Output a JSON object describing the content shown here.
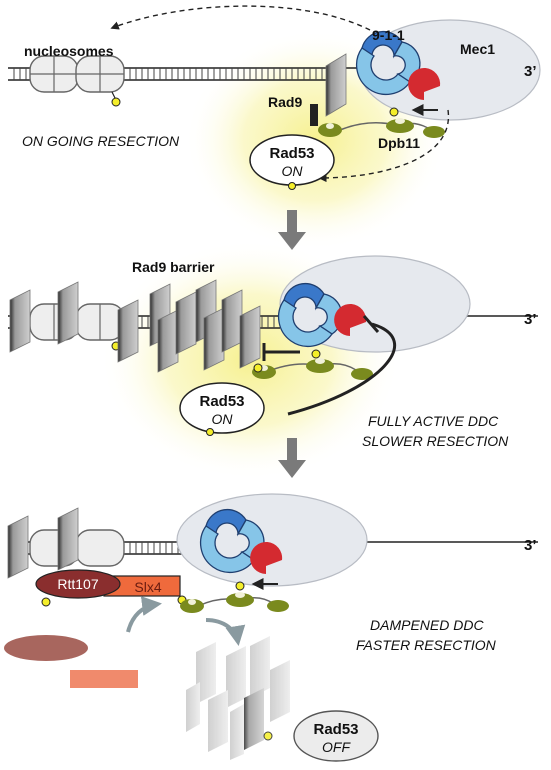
{
  "labels": {
    "nucleosomes": "nucleosomes",
    "complex_911": "9-1-1",
    "mec1_top": "Mec1",
    "three_prime": "3’",
    "rad9": "Rad9",
    "dpb11": "Dpb11",
    "ongoing_resection": "ON GOING RESECTION",
    "rad53": "Rad53",
    "on": "ON",
    "off": "OFF",
    "rad9_barrier": "Rad9 barrier",
    "fully_active_line1": "FULLY ACTIVE DDC",
    "fully_active_line2": "SLOWER RESECTION",
    "rtt107": "Rtt107",
    "slx4": "Slx4",
    "dampened_line1": "DAMPENED DDC",
    "dampened_line2": "FASTER RESECTION"
  },
  "colors": {
    "glow": "#f6f08a",
    "mec1_fill": "#e6e9ee",
    "ring_dark": "#3a78c9",
    "ring_light": "#86c5e8",
    "pac_red": "#d42a30",
    "dpb11_green": "#7a8a1e",
    "phospho_yellow": "#f4ee2a",
    "rtt107_maroon": "#8a2e2e",
    "slx4_orange": "#ef6a3c",
    "free_rtt107": "#a8665e",
    "free_slx4": "#f08a6c",
    "flow_arrow": "#7a7a7a",
    "rad9_gray": "#a9a9a9"
  }
}
